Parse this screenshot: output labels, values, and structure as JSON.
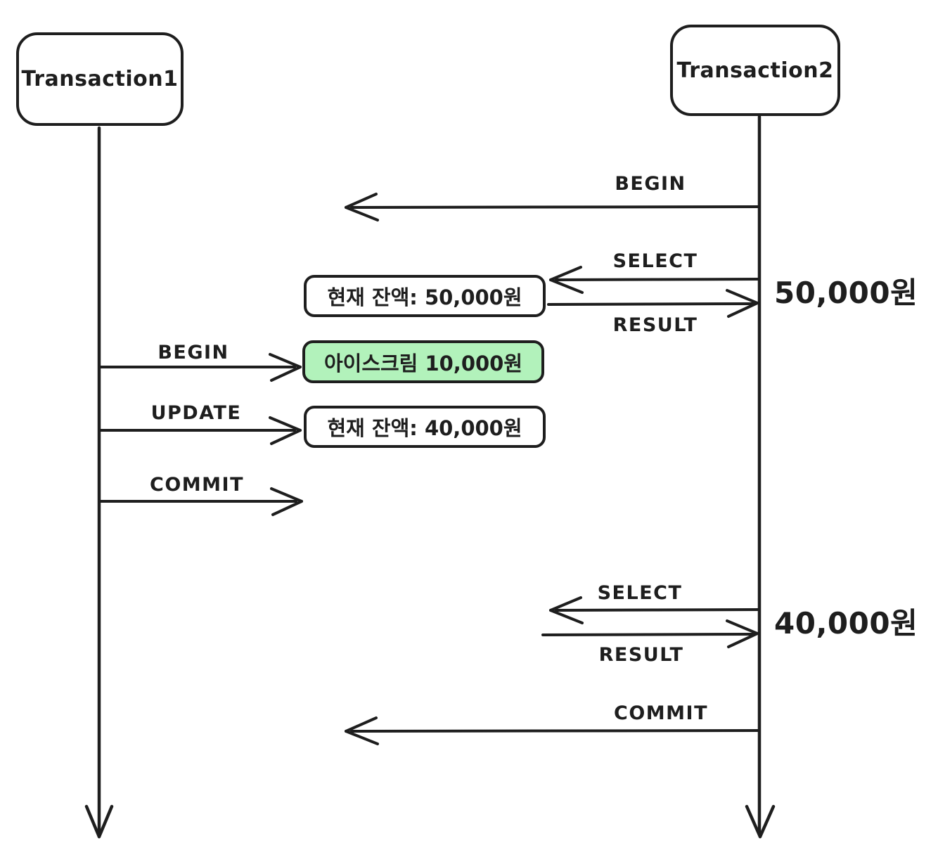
{
  "diagram": {
    "background": "#ffffff",
    "stroke_color": "#1e1e1e",
    "note_green_fill": "#b2f2bb",
    "actors": [
      {
        "label": "Transaction1"
      },
      {
        "label": "Transaction2"
      }
    ],
    "messages": [
      {
        "label": "BEGIN",
        "from": "Transaction2",
        "direction": "left"
      },
      {
        "label": "SELECT",
        "from": "Transaction2",
        "direction": "left"
      },
      {
        "label": "RESULT",
        "direction": "right",
        "to": "Transaction2"
      },
      {
        "label": "BEGIN",
        "from": "Transaction1",
        "direction": "right"
      },
      {
        "label": "UPDATE",
        "from": "Transaction1",
        "direction": "right"
      },
      {
        "label": "COMMIT",
        "from": "Transaction1",
        "direction": "right"
      },
      {
        "label": "SELECT",
        "from": "Transaction2",
        "direction": "left"
      },
      {
        "label": "RESULT",
        "direction": "right",
        "to": "Transaction2"
      },
      {
        "label": "COMMIT",
        "from": "Transaction2",
        "direction": "left"
      }
    ],
    "notes": [
      {
        "text": "현재 잔액: 50,000원",
        "fill": "#ffffff"
      },
      {
        "text": "아이스크림 10,000원",
        "fill": "#b2f2bb"
      },
      {
        "text": "현재 잔액: 40,000원",
        "fill": "#ffffff"
      }
    ],
    "annotations": [
      {
        "text": "50,000원"
      },
      {
        "text": "40,000원"
      }
    ]
  }
}
